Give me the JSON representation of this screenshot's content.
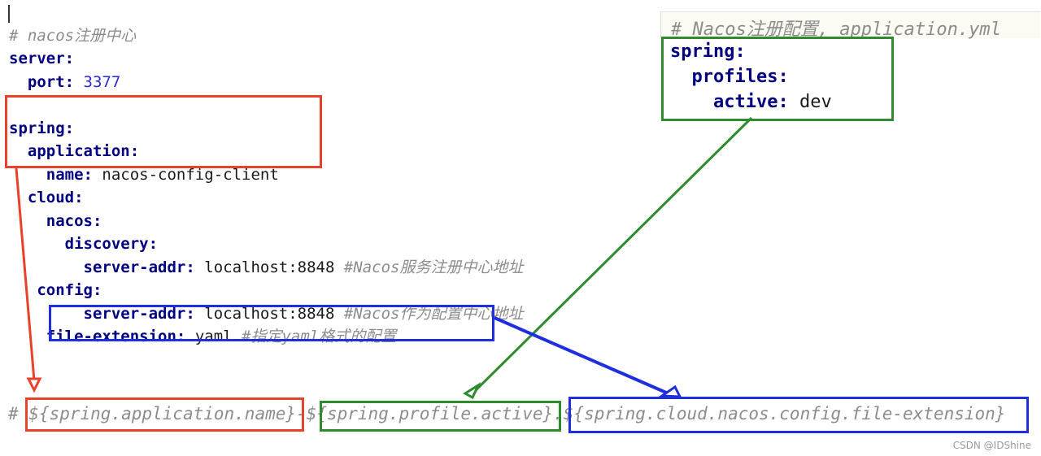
{
  "left_config": {
    "comment": "# nacos注册中心",
    "lines": [
      {
        "indent": 0,
        "key": "server:",
        "value": "",
        "comment": ""
      },
      {
        "indent": 1,
        "key": "port:",
        "value": "3377",
        "comment": ""
      },
      {
        "indent": 0,
        "key": "",
        "value": "",
        "comment": ""
      },
      {
        "indent": 0,
        "key": "spring:",
        "value": "",
        "comment": ""
      },
      {
        "indent": 1,
        "key": "application:",
        "value": "",
        "comment": ""
      },
      {
        "indent": 2,
        "key": "name:",
        "value": "nacos-config-client",
        "comment": ""
      },
      {
        "indent": 1,
        "key": "cloud:",
        "value": "",
        "comment": ""
      },
      {
        "indent": 2,
        "key": "nacos:",
        "value": "",
        "comment": ""
      },
      {
        "indent": 3,
        "key": "discovery:",
        "value": "",
        "comment": ""
      },
      {
        "indent": 4,
        "key": "server-addr:",
        "value": "localhost:8848",
        "comment": "#Nacos服务注册中心地址"
      },
      {
        "indent": 2,
        "key": "config:",
        "value": "",
        "comment": ""
      },
      {
        "indent": 4,
        "key": "server-addr:",
        "value": "localhost:8848",
        "comment": "#Nacos作为配置中心地址"
      },
      {
        "indent": 2,
        "key": "file-extension:",
        "value": "yaml",
        "comment": "#指定yaml格式的配置"
      }
    ]
  },
  "right_config": {
    "comment": "# Nacos注册配置, application.yml",
    "lines": [
      {
        "key": "spring:",
        "value": ""
      },
      {
        "key": "profiles:",
        "value": ""
      },
      {
        "key": "active:",
        "value": "dev"
      }
    ]
  },
  "formula": {
    "prefix": "# ",
    "part1": "${spring.application.name}",
    "sep1": "-",
    "part2": "${spring.profile.active}",
    "sep2": ".",
    "part3": "${spring.cloud.nacos.config.file-extension}"
  },
  "colors": {
    "red": "#e8412c",
    "green": "#2e8b2e",
    "blue": "#1f2fe0",
    "key": "#000080",
    "comment": "#8c8c8c"
  },
  "watermark": "CSDN @IDShine"
}
